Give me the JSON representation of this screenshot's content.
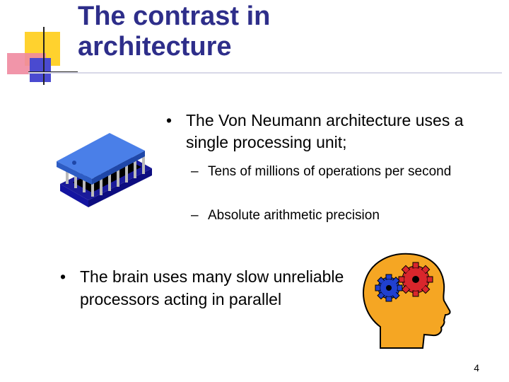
{
  "slide": {
    "title_line1": "The contrast in",
    "title_line2": "architecture",
    "bullet_main_1": "The Von Neumann architecture uses a single processing unit;",
    "sub_bullets": [
      "Tens of millions of operations per second",
      "Absolute arithmetic precision"
    ],
    "bullet_main_2": "The brain uses many slow unreliable processors acting in parallel",
    "page_number": "4",
    "bullet_symbol": "•",
    "sub_bullet_symbol": "–"
  },
  "colors": {
    "title": "#2e2e8a",
    "deco_yellow": "#ffd22e",
    "deco_pink": "#f08aa0",
    "deco_blue": "#4a4ad0",
    "chip_blue": "#3a6fd8",
    "head_orange": "#f5a623",
    "gear_red": "#d9262c",
    "gear_blue": "#2040d0"
  },
  "icons": {
    "chip": "microchip-icon",
    "head": "head-with-gears-icon"
  }
}
